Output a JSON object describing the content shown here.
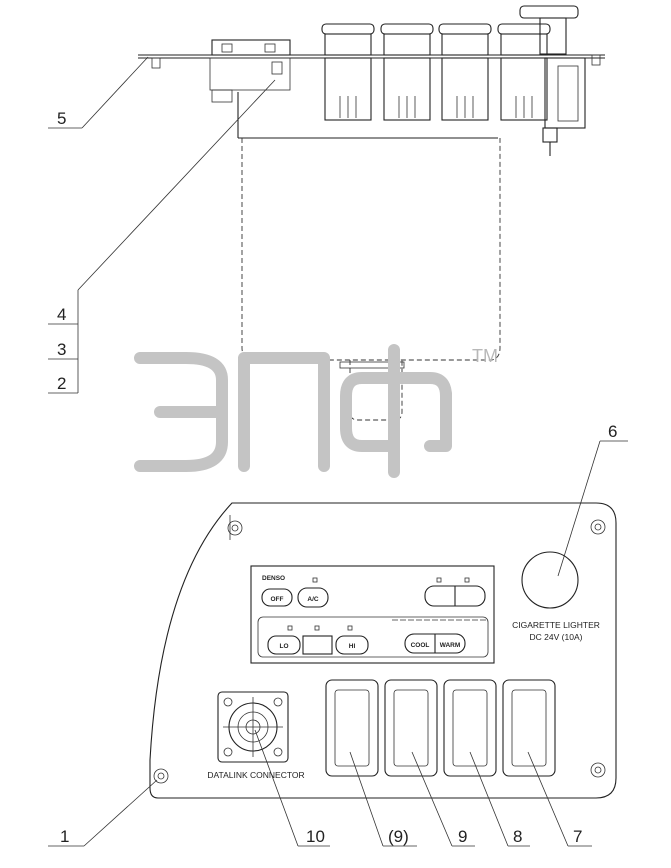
{
  "watermark": {
    "text": "ЭПФ",
    "trademark": "TM"
  },
  "callouts": [
    {
      "id": "1",
      "text": "1"
    },
    {
      "id": "2",
      "text": "2"
    },
    {
      "id": "3",
      "text": "3"
    },
    {
      "id": "4",
      "text": "4"
    },
    {
      "id": "5",
      "text": "5"
    },
    {
      "id": "6",
      "text": "6"
    },
    {
      "id": "7",
      "text": "7"
    },
    {
      "id": "8",
      "text": "8"
    },
    {
      "id": "9",
      "text": "9"
    },
    {
      "id": "9b",
      "text": "(9)"
    },
    {
      "id": "10",
      "text": "10"
    }
  ],
  "panel_labels": {
    "ac_brand": "DENSO",
    "off_button": "OFF",
    "ac_button": "A/C",
    "lo_button": "LO",
    "hi_button": "HI",
    "cool_button": "COOL",
    "warm_button": "WARM",
    "lighter_line1": "CIGARETTE LIGHTER",
    "lighter_line2": "DC 24V (10A)",
    "datalink": "DATALINK CONNECTOR"
  }
}
